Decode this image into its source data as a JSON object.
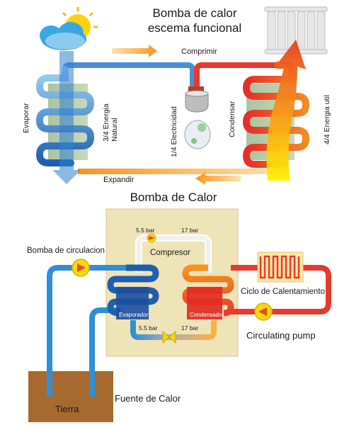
{
  "top": {
    "title_line1": "Bomba de calor",
    "title_line2": "escema funcional",
    "compress_label": "Comprimir",
    "expand_label": "Expandir",
    "evaporate_label": "Evaporar",
    "natural_energy_line1": "3/4 Energia",
    "natural_energy_line2": "Natural",
    "electricity_label": "1/4 Electricidad",
    "condense_label": "Condensar",
    "useful_energy_label": "4/4 Energia util"
  },
  "bottom": {
    "title": "Bomba de Calor",
    "pressure_left_top": "5.5 bar",
    "pressure_right_top": "17 bar",
    "compressor_label": "Compresor",
    "circulation_pump_label": "Bomba de circulacion",
    "evaporator_label": "Evaporador",
    "condenser_label": "Condensador",
    "pressure_left_bottom": "5.5 bar",
    "pressure_right_bottom": "17 bar",
    "heating_cycle_label": "Ciclo de Calentamiento",
    "circulating_pump_label": "Circulating pump",
    "earth_label": "Tierra",
    "heat_source_label": "Fuente de Calor"
  },
  "colors": {
    "cold_blue": "#2f8fd6",
    "hot_red": "#e63a2e",
    "flame_orange": "#f7941d",
    "panel_beige": "#efe3b8",
    "earth_brown": "#a66a2e",
    "pump_yellow": "#f5d80f"
  }
}
